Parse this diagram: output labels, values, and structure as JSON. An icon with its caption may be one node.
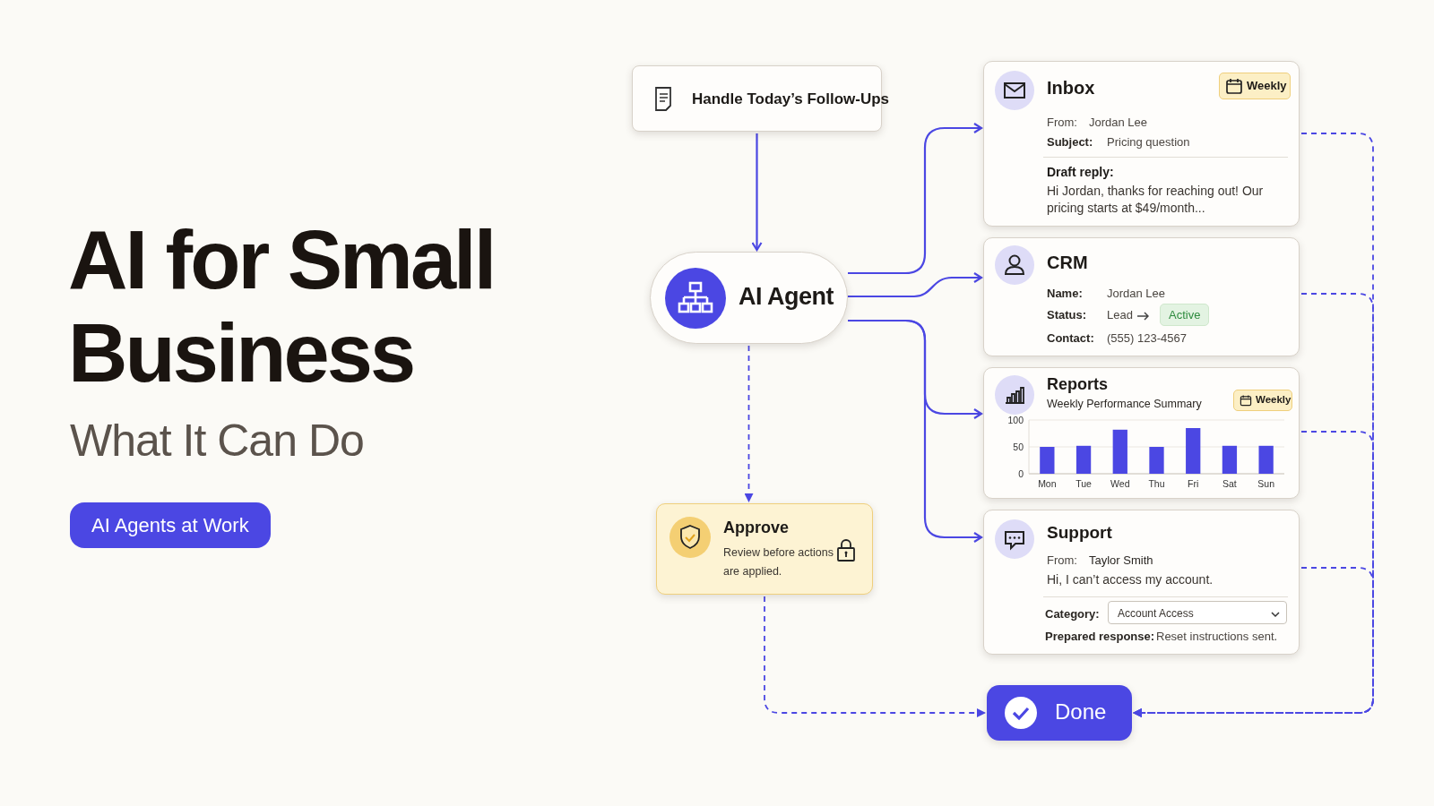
{
  "diagram": {
    "title": "AI for Small Business",
    "nodes": [
      {
        "text": [
          "Handle Today’s Follow-Ups"
        ]
      },
      {
        "text": [
          "AI Agent"
        ]
      },
      {
        "text": [
          "Inbox",
          "Weekly",
          "From:",
          "Jordan Lee",
          "Subject:",
          "Pricing question",
          "Draft reply:",
          "Hi Jordan, thanks for reaching out! Our pricing starts at $49/month..."
        ]
      },
      {
        "text": [
          "CRM",
          "Name:",
          "Jordan Lee",
          "Status:",
          "Lead",
          "Active",
          "Contact:",
          "(555) 123-4567"
        ]
      },
      {
        "text": [
          "Reports",
          "Weekly Performance Summary",
          "Weekly"
        ]
      },
      {
        "text": [
          "Support",
          "From:",
          "Taylor Smith",
          "Hi, I can’t access my account.",
          "Category:",
          "Account Access",
          "Prepared response:",
          "Reset instructions sent."
        ]
      },
      {
        "text": [
          "Approve",
          "Review before actions are applied."
        ]
      },
      {
        "text": [
          "Done"
        ]
      }
    ],
    "edges": [
      {
        "from": 0,
        "to": 1,
        "arrow": "to"
      },
      {
        "from": 1,
        "to": 2,
        "arrow": "to"
      },
      {
        "from": 1,
        "to": 3,
        "arrow": "to"
      },
      {
        "from": 1,
        "to": 4,
        "arrow": "to"
      },
      {
        "from": 1,
        "to": 5,
        "arrow": "to"
      },
      {
        "from": 1,
        "to": 6,
        "arrow": "to",
        "style": "dashed"
      },
      {
        "from": 6,
        "to": 7,
        "arrow": "to",
        "style": "dashed"
      },
      {
        "from": 2,
        "to": 7,
        "arrow": "to",
        "style": "dashed"
      },
      {
        "from": 3,
        "to": 7,
        "arrow": "to",
        "style": "dashed"
      },
      {
        "from": 4,
        "to": 7,
        "arrow": "to",
        "style": "dashed"
      },
      {
        "from": 5,
        "to": 7,
        "arrow": "to",
        "style": "dashed"
      }
    ],
    "labels": [
      "What It Can Do",
      "AI Agents at Work"
    ],
    "chart_data": {
      "type": "bar",
      "categories": [
        "Mon",
        "Tue",
        "Wed",
        "Thu",
        "Fri",
        "Sat",
        "Sun"
      ],
      "series": [
        {
          "color": "#4b47e3",
          "values": [
            50,
            52,
            82,
            50,
            85,
            52,
            52
          ]
        }
      ],
      "ylim": [
        0,
        100
      ],
      "yticks": [
        0,
        50,
        100
      ]
    }
  }
}
